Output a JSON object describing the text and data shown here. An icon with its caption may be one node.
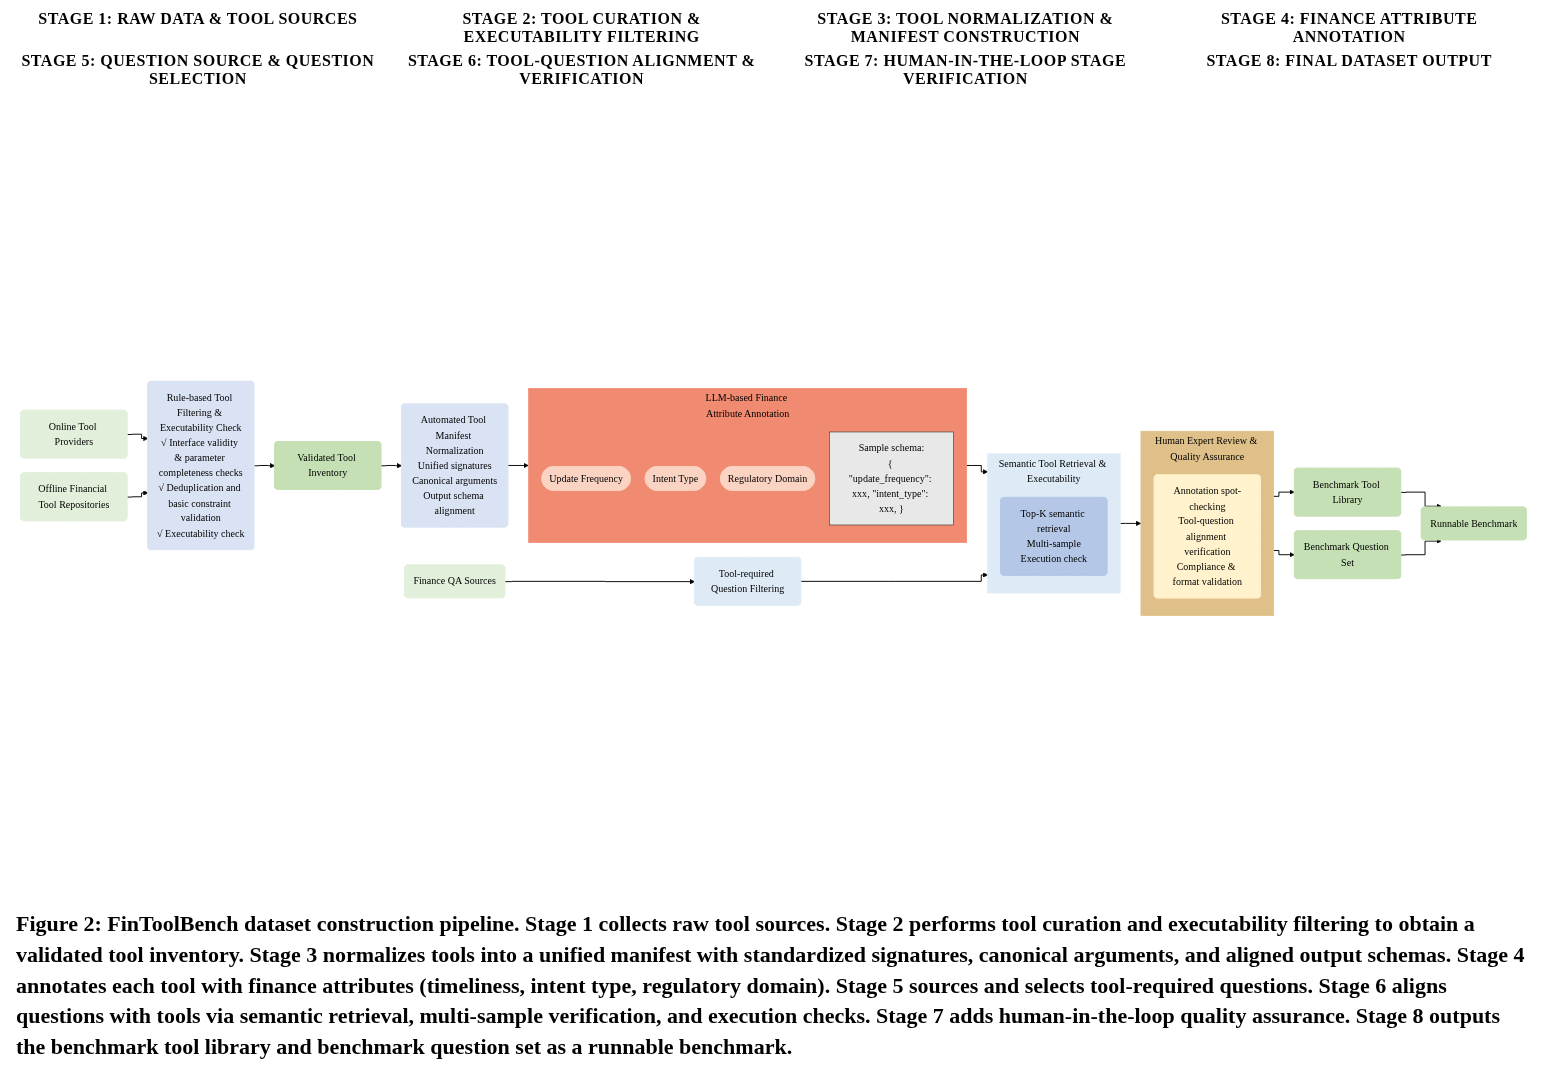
{
  "diagram": {
    "caption": "Figure 2: FinToolBench dataset construction pipeline. Stage 1 collects raw tool sources. Stage 2 performs tool curation and executability filtering to obtain a validated tool inventory. Stage 3 normalizes tools into a unified manifest with standardized signatures, canonical arguments, and aligned output schemas. Stage 4 annotates each tool with finance attributes (timeliness, intent type, regulatory domain). Stage 5 sources and selects tool-required questions. Stage 6 aligns questions with tools via semantic retrieval, multi-sample verification, and execution checks. Stage 7 adds human-in-the-loop quality assurance. Stage 8 outputs the benchmark tool library and benchmark question set as a runnable benchmark.",
    "nodes": [
      {
        "text": [
          "Online Tool Providers"
        ]
      },
      {
        "text": [
          "Offline Financial Tool Repositories"
        ]
      },
      {
        "text": [
          "Rule-based Tool Filtering & Executability Check",
          "√ Interface validity & parameter completeness checks",
          "√ Deduplication and basic constraint validation",
          "√ Executability check"
        ]
      },
      {
        "text": [
          "Validated Tool Inventory"
        ]
      },
      {
        "text": [
          "Automated Tool Manifest Normalization",
          "Unified signatures",
          "Canonical arguments",
          "Output schema alignment"
        ]
      },
      {
        "text": [
          "LLM-based Finance Attribute Annotation"
        ]
      },
      {
        "text": [
          "Update Frequency"
        ],
        "in": 5
      },
      {
        "text": [
          "Intent Type"
        ],
        "in": 5
      },
      {
        "text": [
          "Regulatory Domain"
        ],
        "in": 5
      },
      {
        "text": [
          "Sample schema:",
          "{ \"update_frequency\": xxx, \"intent_type\": xxx, }"
        ],
        "in": 5
      },
      {
        "text": [
          "Finance QA Sources"
        ]
      },
      {
        "text": [
          "Tool-required Question Filtering"
        ]
      },
      {
        "text": [
          "Semantic Tool Retrieval & Executability"
        ]
      },
      {
        "text": [
          "Top-K semantic retrieval",
          "Multi-sample",
          "Execution check"
        ],
        "in": 12
      },
      {
        "text": [
          "Human Expert Review & Quality Assurance"
        ]
      },
      {
        "text": [
          "Annotation spot-checking",
          "Tool-question alignment verification",
          "Compliance & format validation"
        ],
        "in": 14
      },
      {
        "text": [
          "Benchmark Tool Library"
        ]
      },
      {
        "text": [
          "Benchmark Question Set"
        ]
      },
      {
        "text": [
          "Runnable Benchmark"
        ]
      }
    ],
    "edges": [
      {
        "from": 0,
        "to": 2,
        "arrow": "to"
      },
      {
        "from": 1,
        "to": 2,
        "arrow": "to"
      },
      {
        "from": 2,
        "to": 3,
        "arrow": "to"
      },
      {
        "from": 3,
        "to": 4,
        "arrow": "to"
      },
      {
        "from": 4,
        "to": 5,
        "arrow": "to"
      },
      {
        "from": 5,
        "to": 12,
        "arrow": "to"
      },
      {
        "from": 10,
        "to": 11,
        "arrow": "to"
      },
      {
        "from": 11,
        "to": 12,
        "arrow": "to"
      },
      {
        "from": 12,
        "to": 14,
        "arrow": "to"
      },
      {
        "from": 14,
        "to": 16,
        "arrow": "to"
      },
      {
        "from": 14,
        "to": 17,
        "arrow": "to"
      },
      {
        "from": 16,
        "to": 18,
        "arrow": "to"
      },
      {
        "from": 17,
        "to": 18,
        "arrow": "to"
      }
    ],
    "labels": [
      "STAGE 1: RAW DATA & TOOL SOURCES",
      "STAGE 2: TOOL CURATION & EXECUTABILITY FILTERING",
      "STAGE 3: TOOL NORMALIZATION & MANIFEST CONSTRUCTION",
      "STAGE 4: FINANCE ATTRIBUTE ANNOTATION",
      "STAGE 5: QUESTION SOURCE & QUESTION SELECTION",
      "STAGE 6: TOOL-QUESTION ALIGNMENT & VERIFICATION",
      "STAGE 7: HUMAN-IN-THE-LOOP STAGE VERIFICATION",
      "STAGE 8: FINAL DATASET OUTPUT"
    ]
  }
}
